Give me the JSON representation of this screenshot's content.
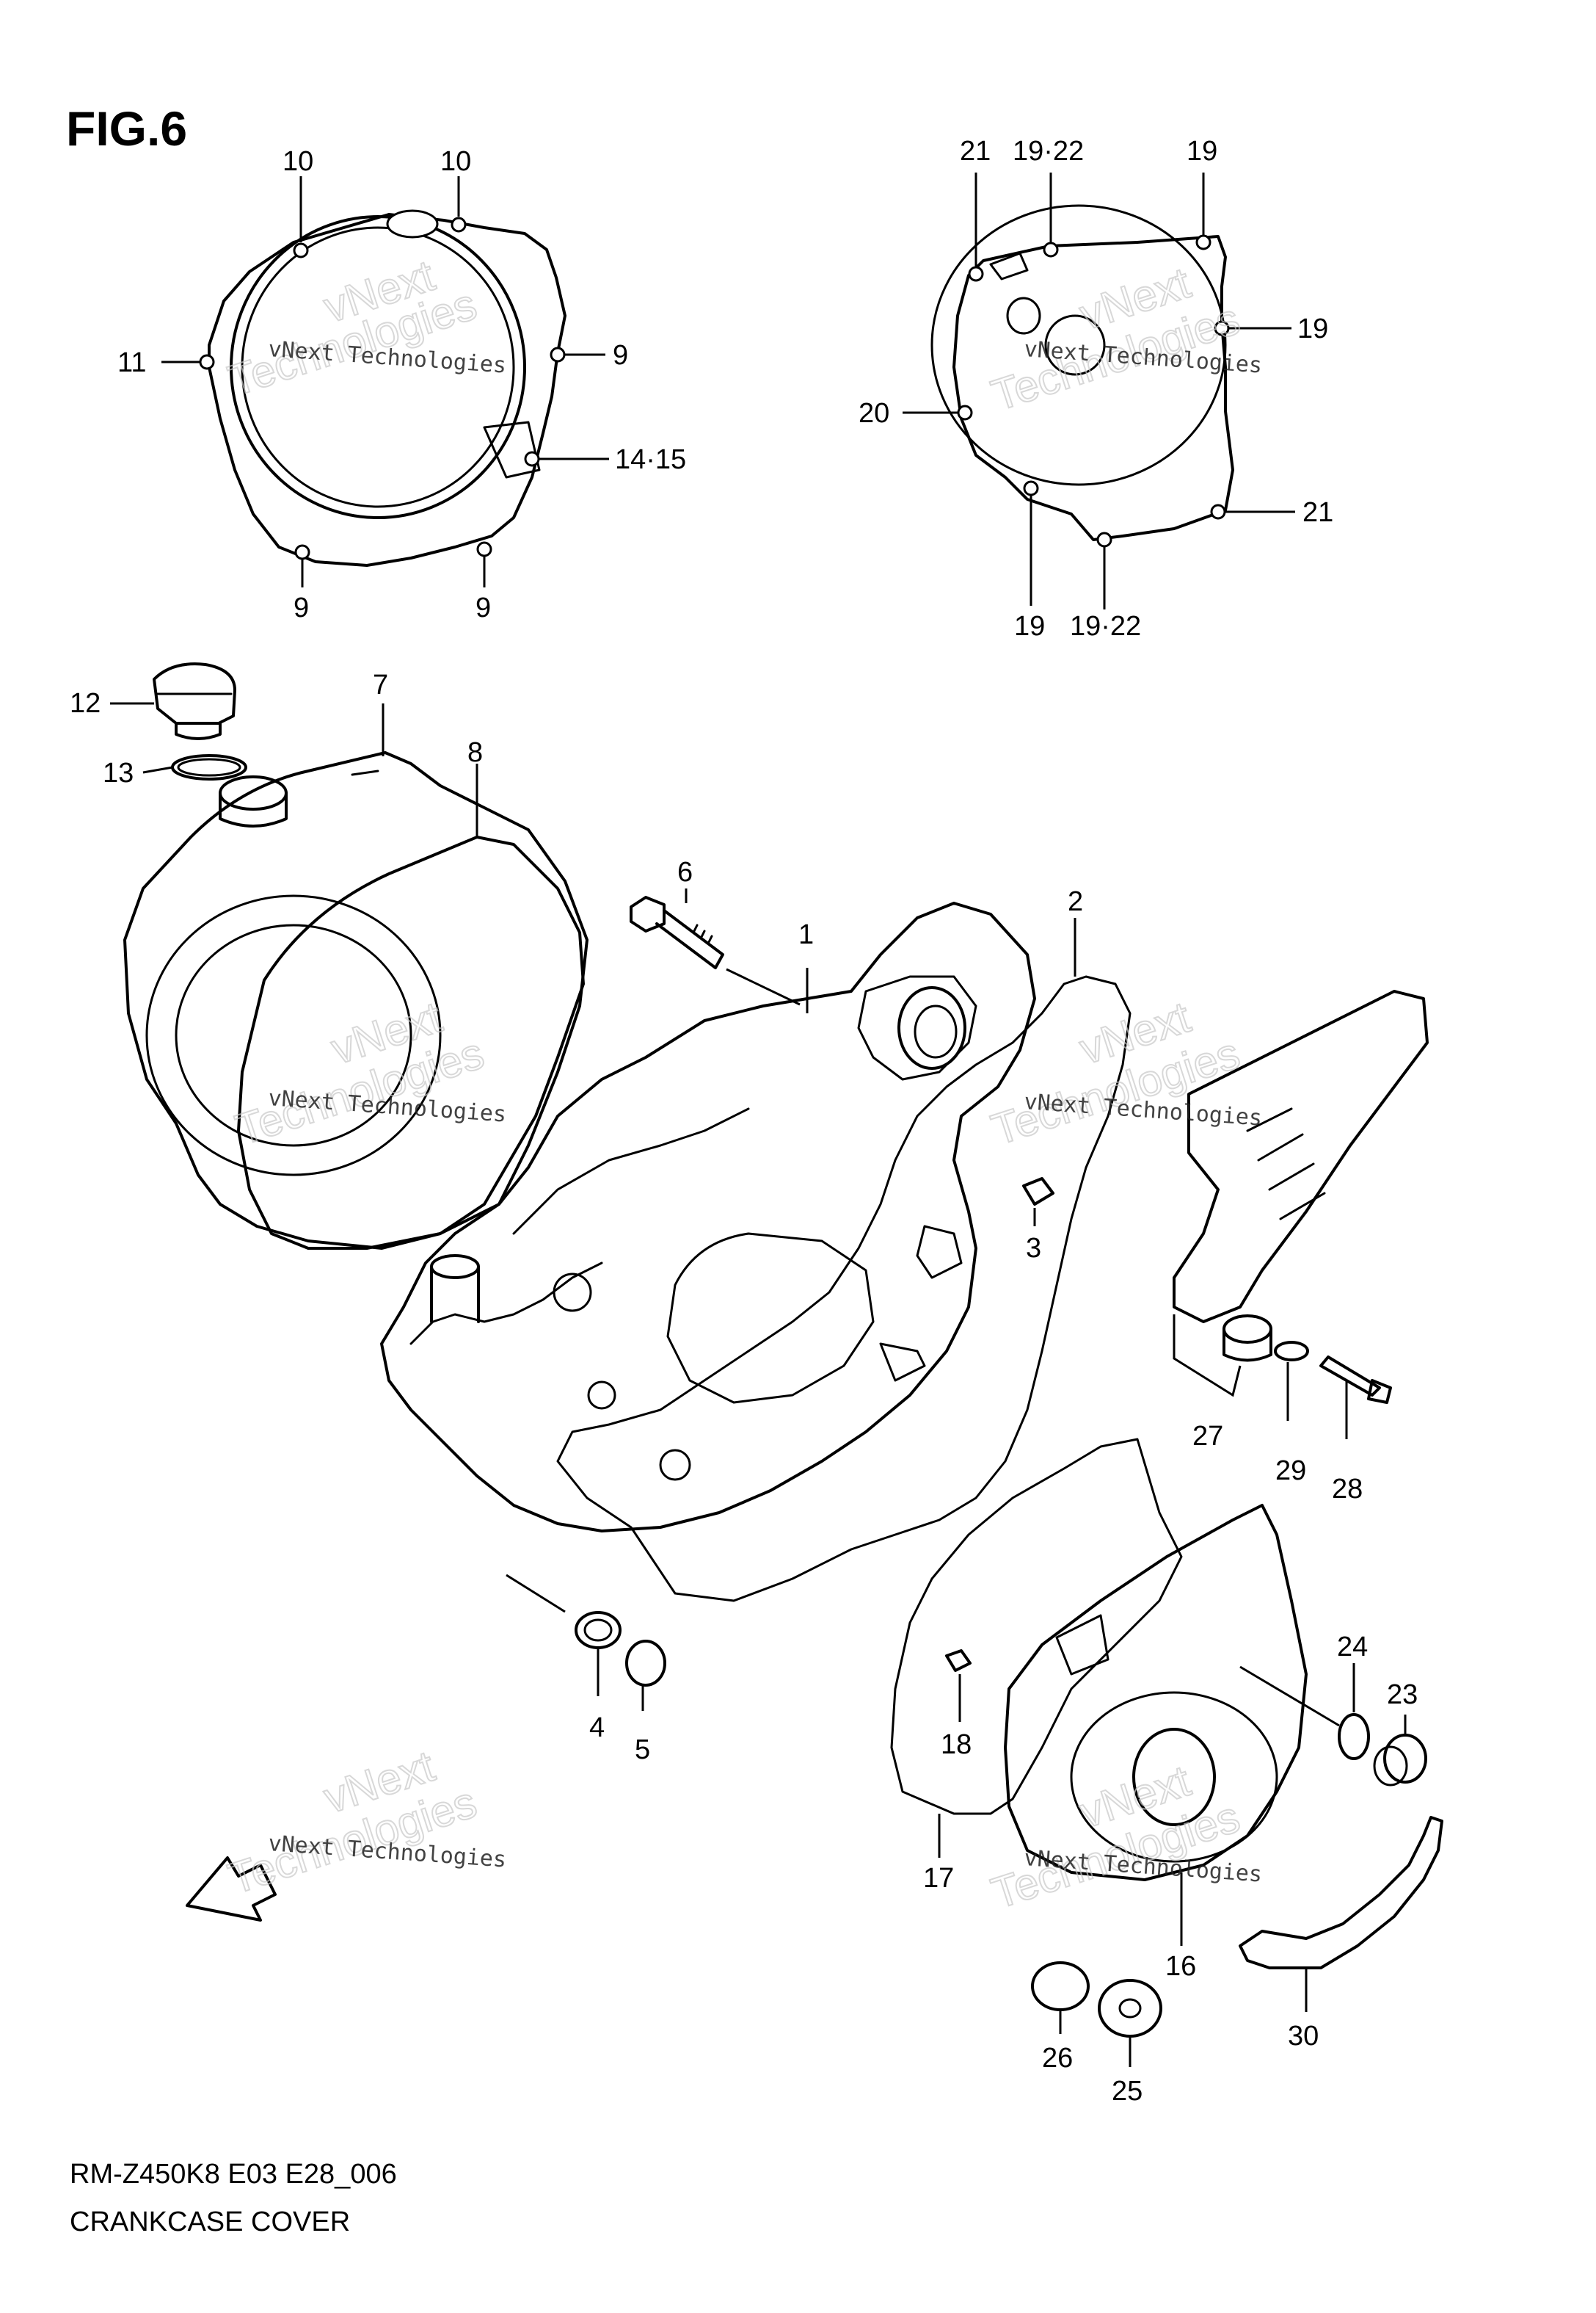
{
  "figure": {
    "title": "FIG.6"
  },
  "callouts": [
    {
      "id": "c10a",
      "text": "10"
    },
    {
      "id": "c10b",
      "text": "10"
    },
    {
      "id": "c11",
      "text": "11"
    },
    {
      "id": "c9a",
      "text": "9"
    },
    {
      "id": "c1415",
      "text": "14·15"
    },
    {
      "id": "c9b",
      "text": "9"
    },
    {
      "id": "c9c",
      "text": "9"
    },
    {
      "id": "c21a",
      "text": "21"
    },
    {
      "id": "c1922a",
      "text": "19·22"
    },
    {
      "id": "c19a",
      "text": "19"
    },
    {
      "id": "c19b",
      "text": "19"
    },
    {
      "id": "c20",
      "text": "20"
    },
    {
      "id": "c21b",
      "text": "21"
    },
    {
      "id": "c19c",
      "text": "19"
    },
    {
      "id": "c1922b",
      "text": "19·22"
    },
    {
      "id": "c12",
      "text": "12"
    },
    {
      "id": "c7",
      "text": "7"
    },
    {
      "id": "c13",
      "text": "13"
    },
    {
      "id": "c8",
      "text": "8"
    },
    {
      "id": "c6",
      "text": "6"
    },
    {
      "id": "c1",
      "text": "1"
    },
    {
      "id": "c2",
      "text": "2"
    },
    {
      "id": "c3",
      "text": "3"
    },
    {
      "id": "c27",
      "text": "27"
    },
    {
      "id": "c29",
      "text": "29"
    },
    {
      "id": "c28",
      "text": "28"
    },
    {
      "id": "c4",
      "text": "4"
    },
    {
      "id": "c5",
      "text": "5"
    },
    {
      "id": "c18",
      "text": "18"
    },
    {
      "id": "c24",
      "text": "24"
    },
    {
      "id": "c23",
      "text": "23"
    },
    {
      "id": "c17",
      "text": "17"
    },
    {
      "id": "c16",
      "text": "16"
    },
    {
      "id": "c30",
      "text": "30"
    },
    {
      "id": "c26",
      "text": "26"
    },
    {
      "id": "c25",
      "text": "25"
    }
  ],
  "fwd_label": "FWD",
  "watermark": {
    "line1": "vNext Technologies",
    "line2": "vNext",
    "line3": "Technologies"
  },
  "footer": {
    "code": "RM-Z450K8 E03 E28_006",
    "name": "CRANKCASE COVER"
  }
}
